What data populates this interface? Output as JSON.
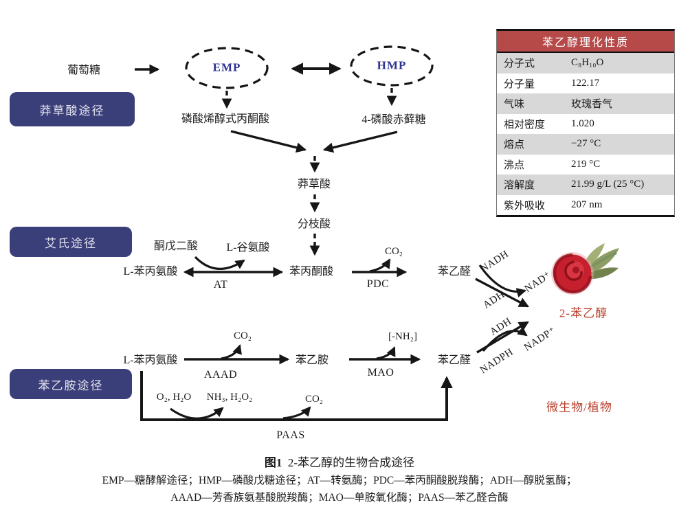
{
  "colors": {
    "pathway_box": "#3a3e79",
    "table_header_bg": "#b54a49",
    "accent_red": "#b9402c",
    "node_navy": "#2e3192"
  },
  "pathways": {
    "shikimate_label": "莽草酸途径",
    "ehrlich_label": "艾氏途径",
    "phenylethylamine_label": "苯乙胺途径"
  },
  "nodes": {
    "glucose": "葡萄糖",
    "emp": "EMP",
    "hmp": "HMP",
    "pep": "磷酸烯醇式丙酮酸",
    "e4p": "4-磷酸赤藓糖",
    "shikimic_acid": "莽草酸",
    "chorismic_acid": "分枝酸",
    "ketoglutarate": "酮戊二酸",
    "l_glutamate": "L-谷氨酸",
    "l_phenylalanine_top": "L-苯丙氨酸",
    "phenylpyruvate": "苯丙酮酸",
    "phenylacetaldehyde_top": "苯乙醛",
    "l_phenylalanine_bottom": "L-苯丙氨酸",
    "phenylethylamine": "苯乙胺",
    "phenylacetaldehyde_bottom": "苯乙醛",
    "product": "2-苯乙醇",
    "organism": "微生物/植物"
  },
  "enzymes": {
    "at": "AT",
    "pdc": "PDC",
    "aaad": "AAAD",
    "mao": "MAO",
    "paas": "PAAS",
    "adh_top": "ADH",
    "adh_bottom": "ADH"
  },
  "cofactors": {
    "nadh": "NADH",
    "nad": "NAD⁺",
    "nadph": "NADPH",
    "nadp": "NADP⁺",
    "co2_pdc": "CO₂",
    "co2_aaad": "CO₂",
    "co2_paas": "CO₂",
    "nh2": "[-NH₂]",
    "o2_h2o": "O₂, H₂O",
    "nh3_h2o2": "NH₃, H₂O₂"
  },
  "table": {
    "title": "苯乙醇理化性质",
    "rows": [
      {
        "label": "分子式",
        "value": "C₈H₁₀O"
      },
      {
        "label": "分子量",
        "value": "122.17"
      },
      {
        "label": "气味",
        "value": "玫瑰香气"
      },
      {
        "label": "相对密度",
        "value": "1.020"
      },
      {
        "label": "熔点",
        "value": "−27 °C"
      },
      {
        "label": "沸点",
        "value": "219 °C"
      },
      {
        "label": "溶解度",
        "value": "21.99 g/L (25 °C)"
      },
      {
        "label": "紫外吸收",
        "value": "207 nm"
      }
    ]
  },
  "caption": {
    "figure_no": "图1",
    "title": "2-苯乙醇的生物合成途径",
    "legend_line1": "EMP—糖酵解途径；HMP—磷酸戊糖途径；AT—转氨酶；PDC—苯丙酮酸脱羧酶；ADH—醇脱氢酶；",
    "legend_line2": "AAAD—芳香族氨基酸脱羧酶；MAO—单胺氧化酶；PAAS—苯乙醛合酶"
  }
}
